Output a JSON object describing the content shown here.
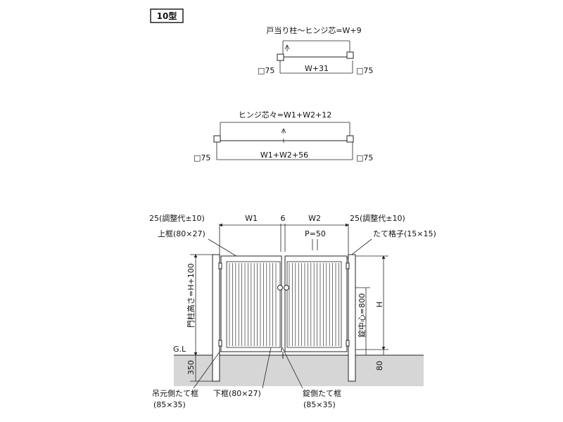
{
  "model_badge": "10型",
  "single": {
    "top_label": "戸当り柱～ヒンジ芯=W+9",
    "left_post": "□75",
    "width": "W+31",
    "right_post": "□75"
  },
  "double": {
    "top_label": "ヒンジ芯々=W1+W2+12",
    "left_post": "□75",
    "width": "W1+W2+56",
    "right_post": "□75"
  },
  "elevation": {
    "adjust_left": "25(調整代±10)",
    "w1": "W1",
    "gap": "6",
    "w2": "W2",
    "adjust_right": "25(調整代±10)",
    "top_frame": "上框(80×27)",
    "pitch": "P=50",
    "vertical_bar": "たて格子(15×15)",
    "post_height": "門柱高さ=H+100",
    "lock_center": "錠中心=800",
    "h": "H",
    "gl": "G.L",
    "embed": "350",
    "bottom_gap": "80",
    "hinge_stile_line1": "吊元側たて框",
    "hinge_stile_line2": "(85×35)",
    "bottom_frame": "下框(80×27)",
    "lock_stile_line1": "錠側たて框",
    "lock_stile_line2": "(85×35)"
  },
  "colors": {
    "ground": "#d6d6d6",
    "line": "#222222"
  }
}
